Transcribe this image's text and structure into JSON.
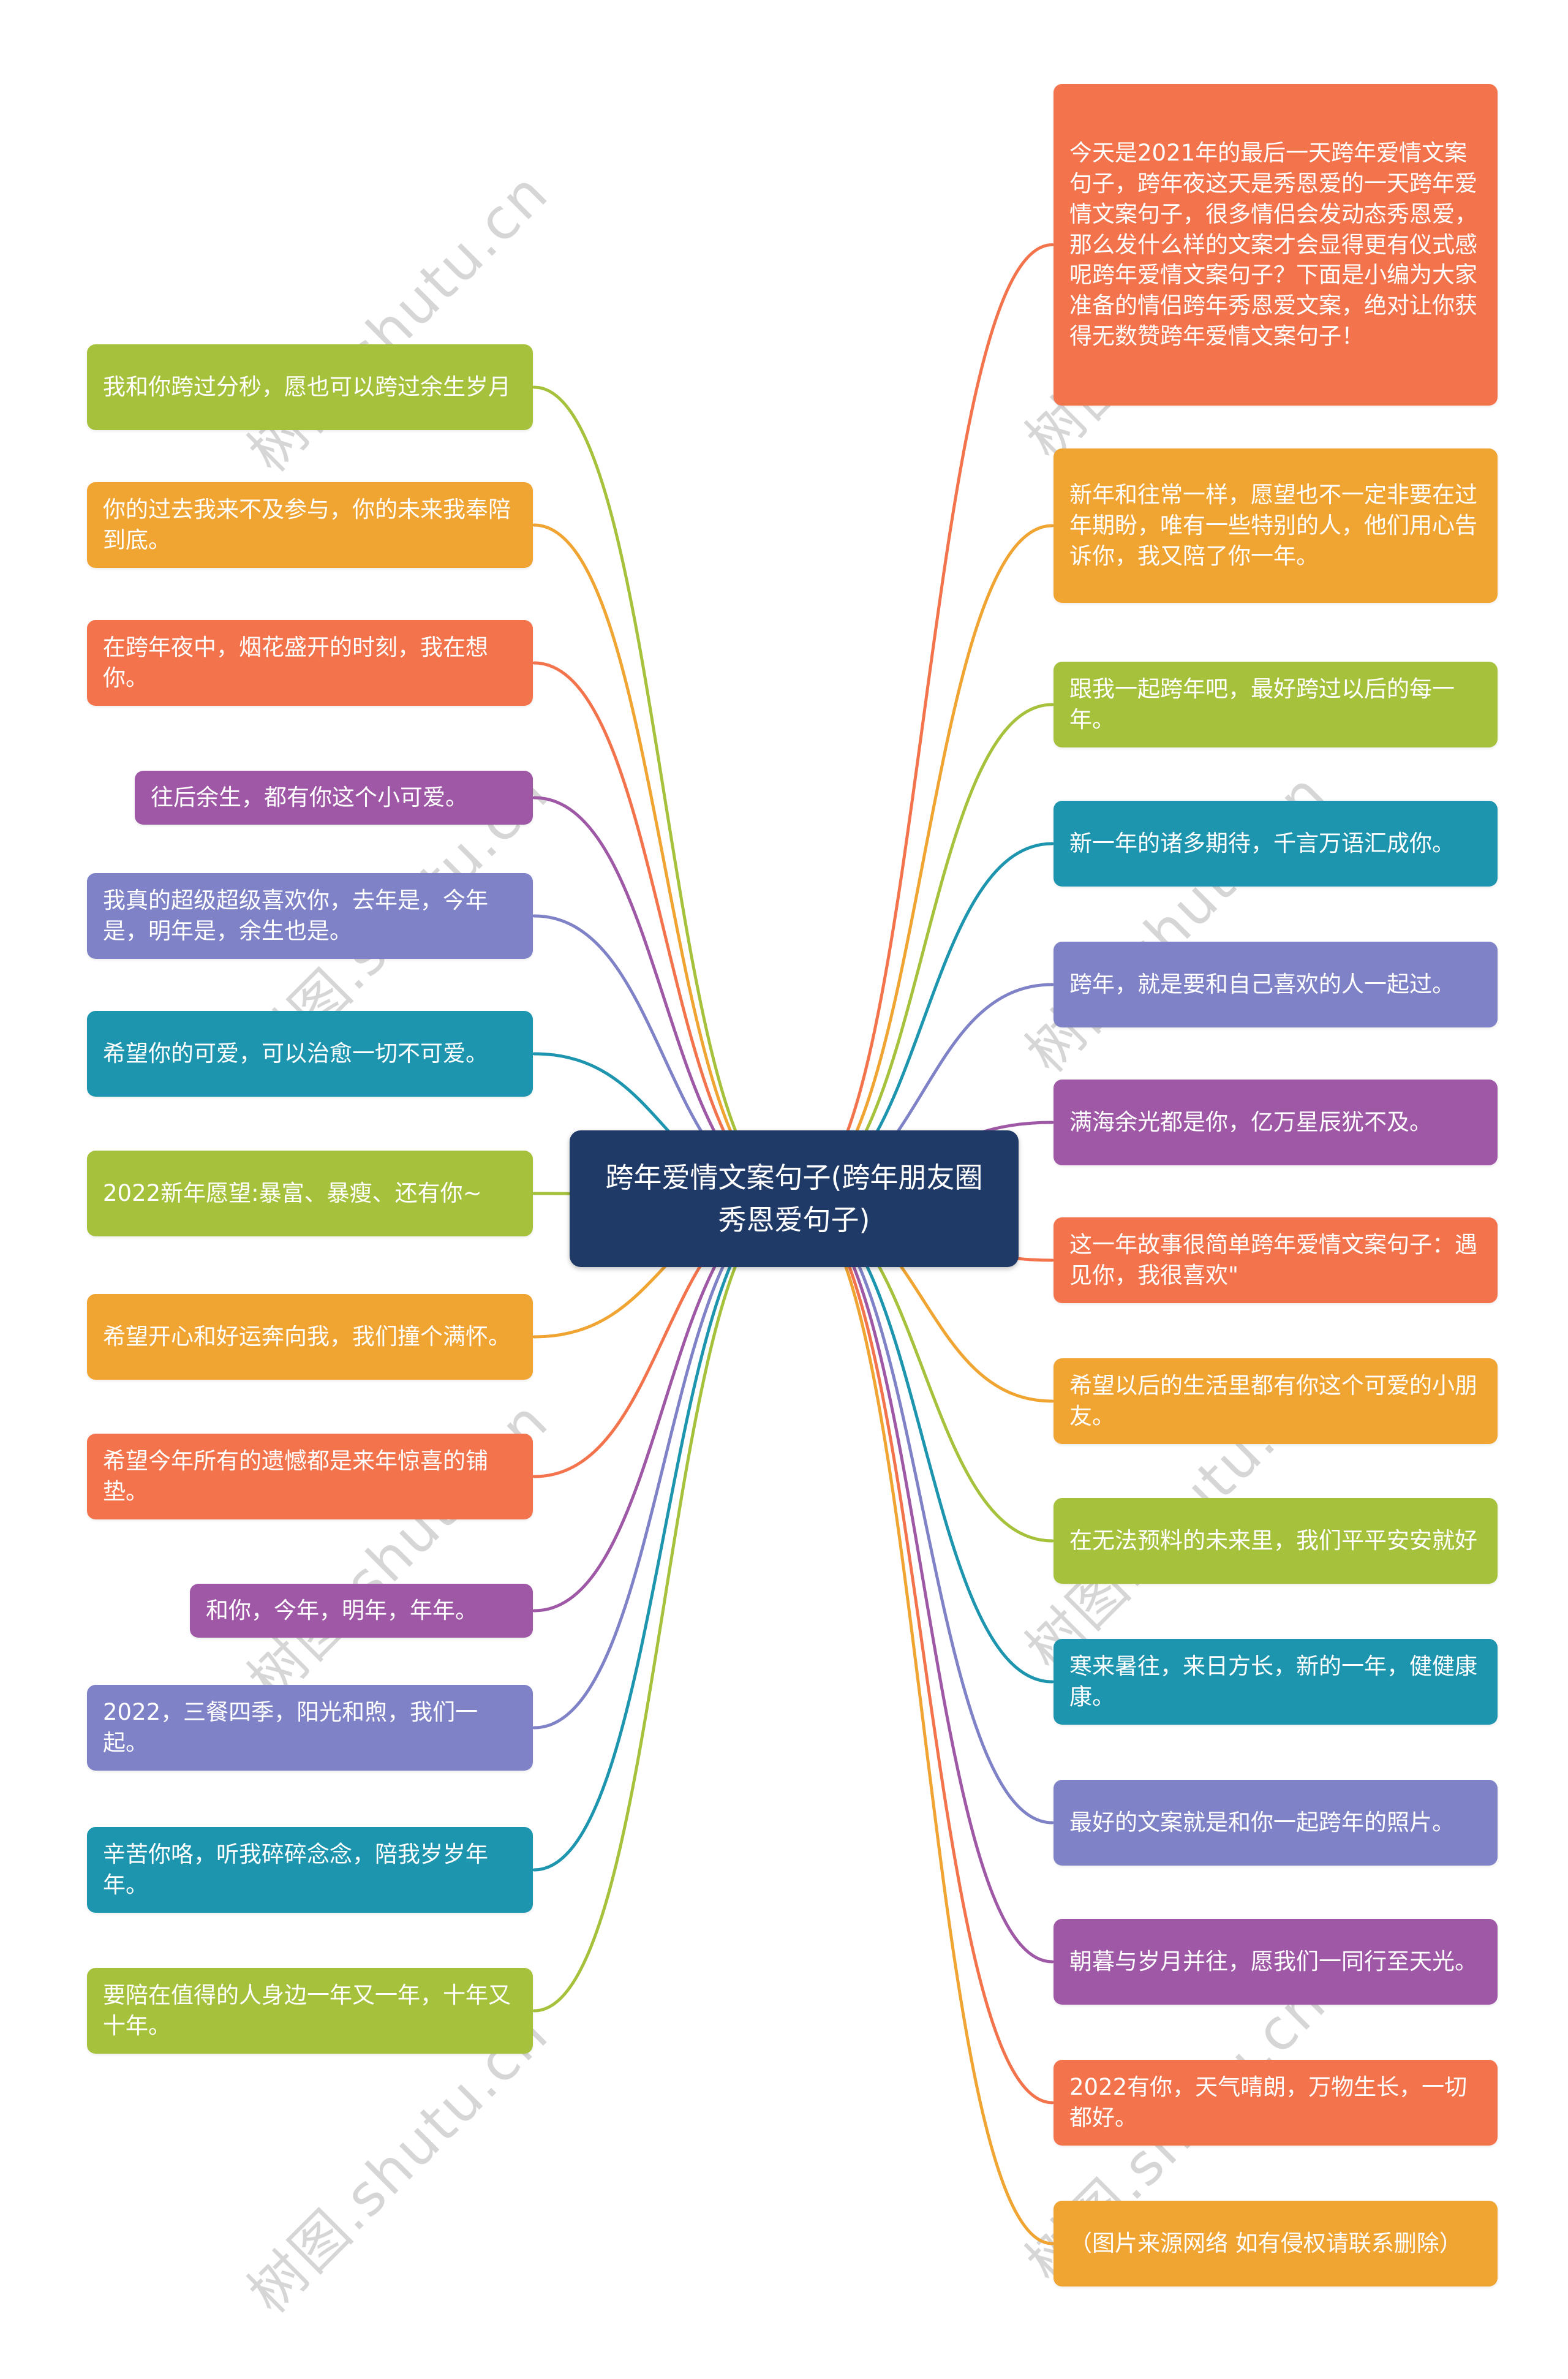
{
  "center": {
    "label": "跨年爱情文案句子(跨年朋友圈秀恩爱句子)"
  },
  "watermark": {
    "text": "树图.shutu.cn"
  },
  "palette": {
    "green": "#a6c23c",
    "amber": "#f0a432",
    "coral": "#f3744c",
    "purple": "#9e58a5",
    "violet": "#7f82c6",
    "teal": "#1e95ae",
    "center_bg": "#203a68"
  },
  "left_nodes": [
    {
      "text": "我和你跨过分秒，愿也可以跨过余生岁月",
      "color": "green"
    },
    {
      "text": "你的过去我来不及参与，你的未来我奉陪到底。",
      "color": "amber"
    },
    {
      "text": "在跨年夜中，烟花盛开的时刻，我在想你。",
      "color": "coral"
    },
    {
      "text": "往后余生，都有你这个小可爱。",
      "color": "purple"
    },
    {
      "text": "我真的超级超级喜欢你，去年是，今年是，明年是，余生也是。",
      "color": "violet"
    },
    {
      "text": "希望你的可爱，可以治愈一切不可爱。",
      "color": "teal"
    },
    {
      "text": "2022新年愿望:暴富、暴瘦、还有你~",
      "color": "green"
    },
    {
      "text": "希望开心和好运奔向我，我们撞个满怀。",
      "color": "amber"
    },
    {
      "text": "希望今年所有的遗憾都是来年惊喜的铺垫。",
      "color": "coral"
    },
    {
      "text": "和你，今年，明年，年年。",
      "color": "purple"
    },
    {
      "text": "2022，三餐四季，阳光和煦，我们一起。",
      "color": "violet"
    },
    {
      "text": "辛苦你咯，听我碎碎念念，陪我岁岁年年。",
      "color": "teal"
    },
    {
      "text": "要陪在值得的人身边一年又一年，十年又十年。",
      "color": "green"
    }
  ],
  "right_nodes": [
    {
      "text": "今天是2021年的最后一天跨年爱情文案句子，跨年夜这天是秀恩爱的一天跨年爱情文案句子，很多情侣会发动态秀恩爱，那么发什么样的文案才会显得更有仪式感呢跨年爱情文案句子？下面是小编为大家准备的情侣跨年秀恩爱文案，绝对让你获得无数赞跨年爱情文案句子！",
      "color": "coral"
    },
    {
      "text": "新年和往常一样，愿望也不一定非要在过年期盼，唯有一些特别的人，他们用心告诉你，我又陪了你一年。",
      "color": "amber"
    },
    {
      "text": "跟我一起跨年吧，最好跨过以后的每一年。",
      "color": "green"
    },
    {
      "text": "新一年的诸多期待，千言万语汇成你。",
      "color": "teal"
    },
    {
      "text": "跨年，就是要和自己喜欢的人一起过。",
      "color": "violet"
    },
    {
      "text": "满海余光都是你，亿万星辰犹不及。",
      "color": "purple"
    },
    {
      "text": "这一年故事很简单跨年爱情文案句子：遇见你，我很喜欢\"",
      "color": "coral"
    },
    {
      "text": "希望以后的生活里都有你这个可爱的小朋友。",
      "color": "amber"
    },
    {
      "text": "在无法预料的未来里，我们平平安安就好",
      "color": "green"
    },
    {
      "text": "寒来暑往，来日方长，新的一年，健健康康。",
      "color": "teal"
    },
    {
      "text": "最好的文案就是和你一起跨年的照片。",
      "color": "violet"
    },
    {
      "text": "朝暮与岁月并往，愿我们一同行至天光。",
      "color": "purple"
    },
    {
      "text": "2022有你，天气晴朗，万物生长，一切都好。",
      "color": "coral"
    },
    {
      "text": "（图片来源网络 如有侵权请联系删除）",
      "color": "amber"
    }
  ]
}
